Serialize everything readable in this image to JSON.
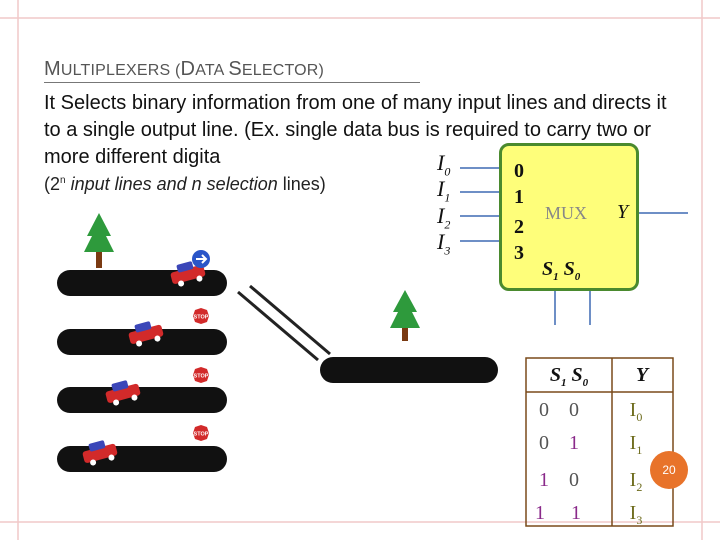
{
  "title": {
    "lead_1": "M",
    "rest_1": "ULTIPLEXERS (",
    "lead_2": "D",
    "rest_2": "ATA ",
    "lead_3": "S",
    "rest_3": "ELECTOR)"
  },
  "description": "It Selects binary information from one of many input lines and directs it to a single output line. (Ex. single data bus is required to carry two or more different digita",
  "note": {
    "open": "(2",
    "sup": "n",
    "middle": " input lines and n selection",
    "close": " lines)"
  },
  "mux": {
    "inputs": [
      {
        "base": "I",
        "sub": "0"
      },
      {
        "base": "I",
        "sub": "1"
      },
      {
        "base": "I",
        "sub": "2"
      },
      {
        "base": "I",
        "sub": "3"
      }
    ],
    "indices": [
      "0",
      "1",
      "2",
      "3"
    ],
    "label": "MUX",
    "output": "Y",
    "select": {
      "s1": "S",
      "s1_sub": "1",
      "s0": "S",
      "s0_sub": "0"
    }
  },
  "truth_table": {
    "header": {
      "s1": "S",
      "s1_sub": "1",
      "s0": "S",
      "s0_sub": "0",
      "y": "Y"
    },
    "rows": [
      {
        "s1": "0",
        "s0": "0",
        "y": "I",
        "y_sub": "0"
      },
      {
        "s1": "0",
        "s0": "1",
        "y": "I",
        "y_sub": "1"
      },
      {
        "s1": "1",
        "s0": "0",
        "y": "I",
        "y_sub": "2"
      },
      {
        "s1": "1",
        "s0": "1",
        "y": "I",
        "y_sub": "3"
      }
    ]
  },
  "illustration": {
    "signs": [
      "STOP",
      "STOP",
      "STOP"
    ]
  },
  "page_number": "20",
  "colors": {
    "mux_fill": "#fefe7a",
    "mux_border": "#4a8a2e",
    "wire": "#6e8fc6",
    "road": "#111111",
    "car": "#d22a2a",
    "tree": "#2e9a3c",
    "badge": "#e8732a"
  }
}
